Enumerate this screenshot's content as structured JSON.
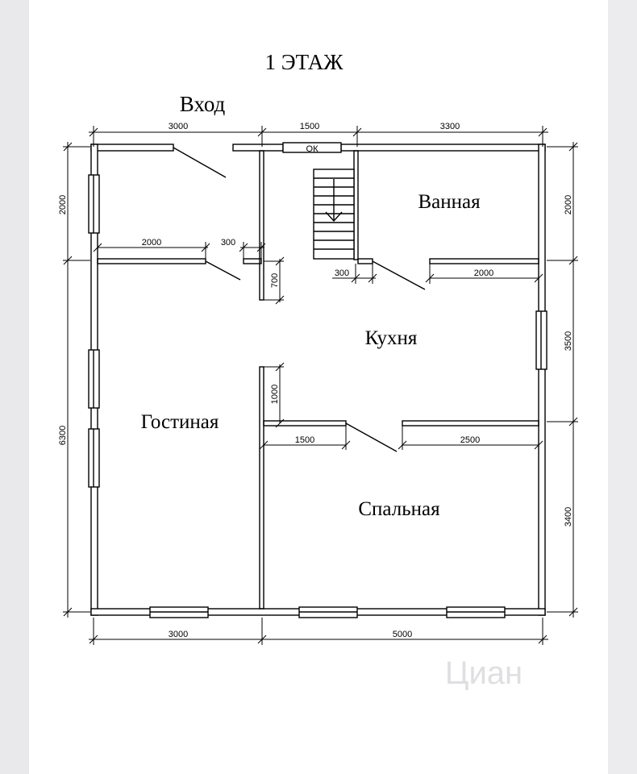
{
  "title": "1 ЭТАЖ",
  "entrance_label": "Вход",
  "rooms": {
    "bathroom": "Ванная",
    "kitchen": "Кухня",
    "living": "Гостиная",
    "bedroom": "Спальная"
  },
  "window_label": "ОК",
  "dimensions": {
    "top_left": "3000",
    "top_mid": "1500",
    "top_right": "3300",
    "bottom_left": "3000",
    "bottom_right": "5000",
    "left_top": "2000",
    "left_bottom": "6300",
    "right_top": "2000",
    "right_mid": "3500",
    "right_bottom": "3400",
    "hall_wall": "2000",
    "hall_gap": "300",
    "hall_stub": "700",
    "bath_stub": "300",
    "bath_wall": "2000",
    "kitchen_stub": "1000",
    "bedroom_left_wall": "1500",
    "bedroom_right_wall": "2500"
  },
  "watermark": "Циан"
}
